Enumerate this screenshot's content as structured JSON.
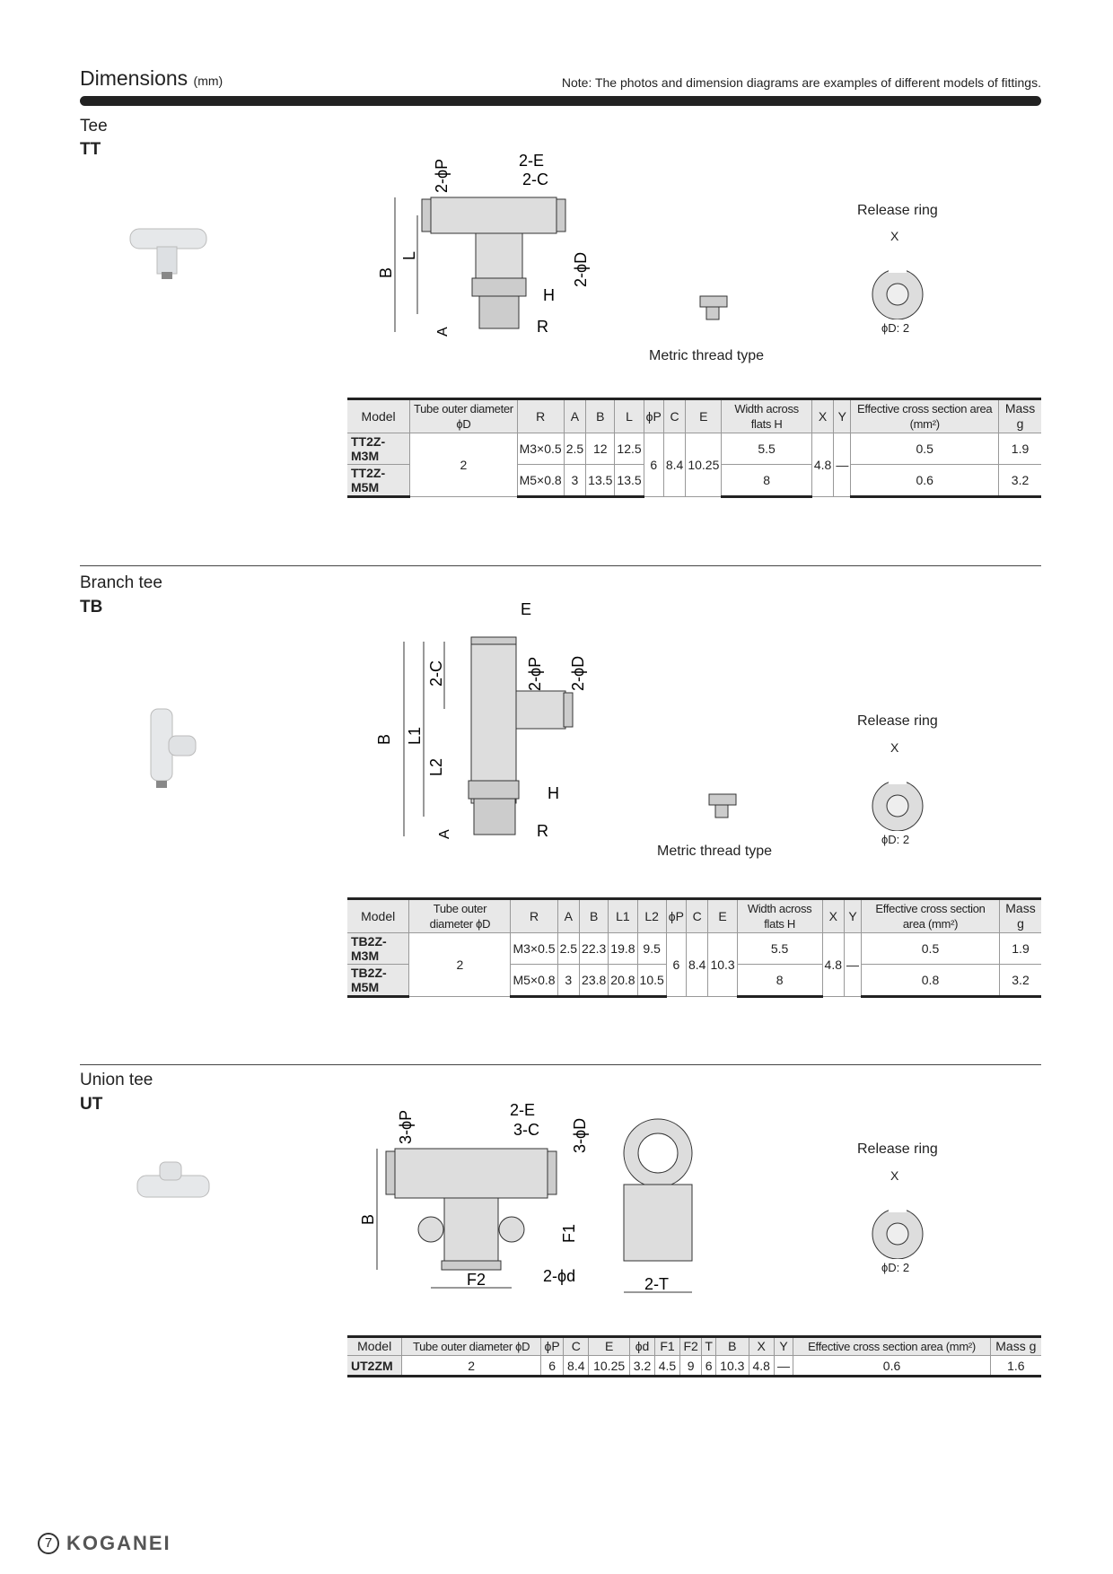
{
  "header": {
    "title": "Dimensions",
    "unit": "(mm)",
    "note": "Note: The photos and dimension diagrams are examples of different models of fittings."
  },
  "sections": [
    {
      "name": "Tee",
      "code": "TT",
      "release_ring": "Release ring",
      "ring_x": "X",
      "ring_d": "ϕD: 2",
      "metric": "Metric thread type",
      "dims": {
        "p": "2-ϕP",
        "e": "2-E",
        "c": "2-C",
        "d": "2-ϕD",
        "b": "B",
        "l": "L",
        "a": "A",
        "h": "H",
        "r": "R"
      },
      "headers": [
        "Model",
        "Tube outer diameter ϕD",
        "R",
        "A",
        "B",
        "L",
        "ϕP",
        "C",
        "E",
        "Width across flats H",
        "X",
        "Y",
        "Effective cross section area (mm²)",
        "Mass g"
      ],
      "rows": [
        [
          "TT2Z-M3M",
          "2",
          "M3×0.5",
          "2.5",
          "12",
          "12.5",
          "6",
          "8.4",
          "10.25",
          "5.5",
          "4.8",
          "—",
          "0.5",
          "1.9"
        ],
        [
          "TT2Z-M5M",
          "2",
          "M5×0.8",
          "3",
          "13.5",
          "13.5",
          "6",
          "8.4",
          "10.25",
          "8",
          "4.8",
          "—",
          "0.6",
          "3.2"
        ]
      ]
    },
    {
      "name": "Branch tee",
      "code": "TB",
      "release_ring": "Release ring",
      "ring_x": "X",
      "ring_d": "ϕD: 2",
      "metric": "Metric thread type",
      "dims": {
        "e": "E",
        "c": "2-C",
        "p": "2-ϕP",
        "d": "2-ϕD",
        "b": "B",
        "l1": "L1",
        "l2": "L2",
        "a": "A",
        "h": "H",
        "r": "R"
      },
      "headers": [
        "Model",
        "Tube outer diameter ϕD",
        "R",
        "A",
        "B",
        "L1",
        "L2",
        "ϕP",
        "C",
        "E",
        "Width across flats H",
        "X",
        "Y",
        "Effective cross section area (mm²)",
        "Mass g"
      ],
      "rows": [
        [
          "TB2Z-M3M",
          "2",
          "M3×0.5",
          "2.5",
          "22.3",
          "19.8",
          "9.5",
          "6",
          "8.4",
          "10.3",
          "5.5",
          "4.8",
          "—",
          "0.5",
          "1.9"
        ],
        [
          "TB2Z-M5M",
          "2",
          "M5×0.8",
          "3",
          "23.8",
          "20.8",
          "10.5",
          "6",
          "8.4",
          "10.3",
          "8",
          "4.8",
          "—",
          "0.8",
          "3.2"
        ]
      ]
    },
    {
      "name": "Union tee",
      "code": "UT",
      "release_ring": "Release ring",
      "ring_x": "X",
      "ring_d": "ϕD: 2",
      "dims": {
        "p": "3-ϕP",
        "e": "2-E",
        "c": "3-C",
        "d": "3-ϕD",
        "b": "B",
        "f1": "F1",
        "f2": "F2",
        "dd": "2-ϕd",
        "t": "2-T"
      },
      "headers": [
        "Model",
        "Tube outer diameter ϕD",
        "ϕP",
        "C",
        "E",
        "ϕd",
        "F1",
        "F2",
        "T",
        "B",
        "X",
        "Y",
        "Effective cross section area (mm²)",
        "Mass g"
      ],
      "rows": [
        [
          "UT2ZM",
          "2",
          "6",
          "8.4",
          "10.25",
          "3.2",
          "4.5",
          "9",
          "6",
          "10.3",
          "4.8",
          "—",
          "0.6",
          "1.6"
        ]
      ]
    }
  ],
  "footer": {
    "page": "7",
    "brand": "KOGANEI"
  }
}
